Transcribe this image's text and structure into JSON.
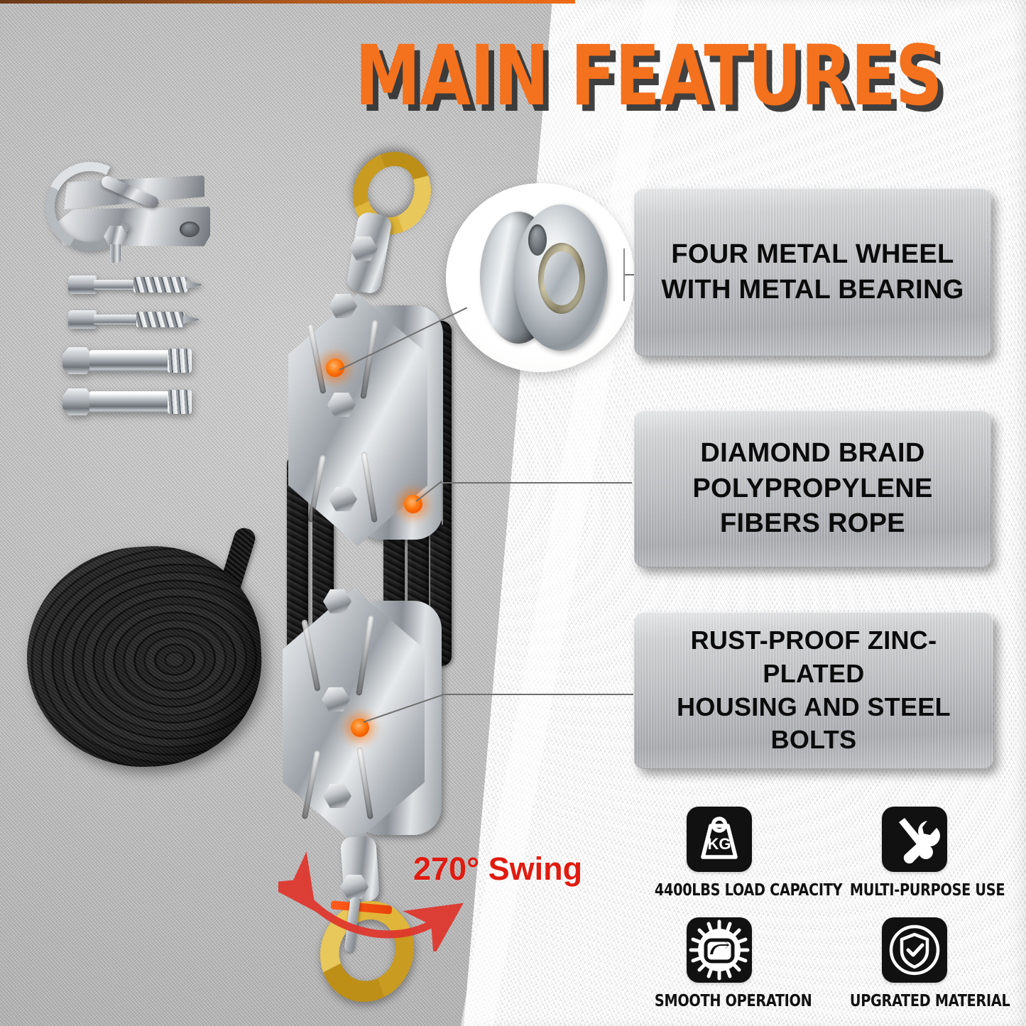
{
  "title": "MAIN FEATURES",
  "colors": {
    "title_orange": "#F4711E",
    "title_shadow": "#303030",
    "marker_dot": "#FF6E00",
    "swing_red": "#E01B10",
    "badge_black": "#111111",
    "plate_metal": "#B9BABD"
  },
  "features": [
    {
      "id": "four-metal-wheel",
      "lines": [
        "FOUR METAL WHEEL",
        "WITH METAL BEARING"
      ]
    },
    {
      "id": "diamond-braid-rope",
      "lines": [
        "DIAMOND BRAID",
        "POLYPROPYLENE",
        "FIBERS ROPE"
      ]
    },
    {
      "id": "rust-proof-housing",
      "lines": [
        "RUST-PROOF ZINC-PLATED",
        "HOUSING AND STEEL BOLTS"
      ]
    }
  ],
  "swing": {
    "label": "270° Swing"
  },
  "badges": [
    {
      "icon": "kg-weight-icon",
      "icon_text": "KG",
      "label": "4400LBS LOAD CAPACITY"
    },
    {
      "icon": "wrench-screwdriver-icon",
      "icon_text": "",
      "label": "MULTI-PURPOSE USE"
    },
    {
      "icon": "gear-rotation-icon",
      "icon_text": "",
      "label": "SMOOTH OPERATION"
    },
    {
      "icon": "shield-check-icon",
      "icon_text": "",
      "label": "UPGRATED MATERIAL"
    }
  ],
  "callouts": [
    {
      "id": "wheel-detail-circle",
      "icon": "pulley-sheave-bearing-icon"
    }
  ],
  "product_parts": [
    {
      "id": "mounting-bracket-shackle",
      "icon": "shackle-bracket-icon"
    },
    {
      "id": "lag-screw-1",
      "icon": "lag-screw-icon"
    },
    {
      "id": "lag-screw-2",
      "icon": "lag-screw-icon"
    },
    {
      "id": "expansion-anchor-1",
      "icon": "expansion-anchor-icon"
    },
    {
      "id": "expansion-anchor-2",
      "icon": "expansion-anchor-icon"
    },
    {
      "id": "rope-coil",
      "icon": "braided-rope-coil-icon"
    },
    {
      "id": "upper-pulley-block",
      "icon": "pulley-block-icon"
    },
    {
      "id": "lower-pulley-block",
      "icon": "pulley-block-icon"
    },
    {
      "id": "top-hook",
      "icon": "gold-hook-icon"
    },
    {
      "id": "bottom-hook",
      "icon": "gold-hook-icon"
    }
  ]
}
